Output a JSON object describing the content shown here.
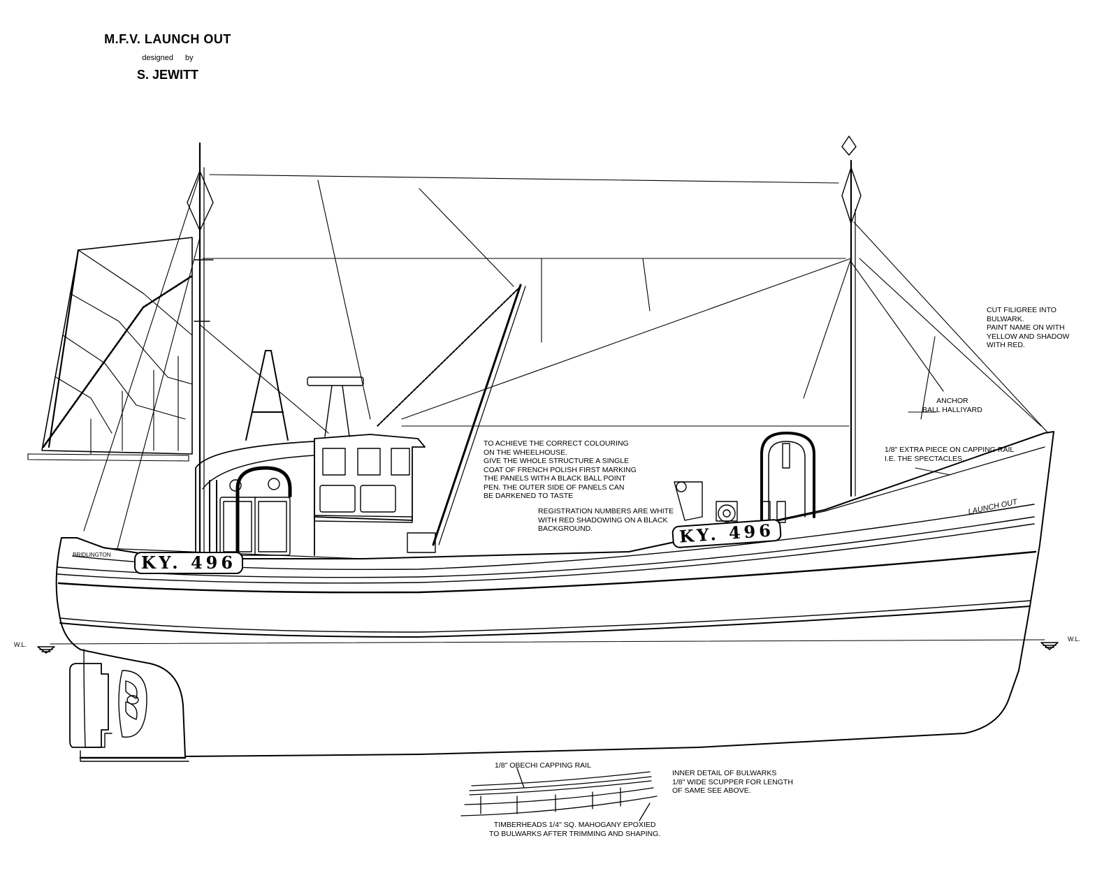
{
  "title": {
    "vessel": "M.F.V.  LAUNCH OUT",
    "designed_by": "designed   by",
    "designer": "S. JEWITT"
  },
  "notes": {
    "filigree": "CUT FILIGREE  INTO\nBULWARK.\nPAINT NAME ON WITH\nYELLOW AND SHADOW\nWITH RED.",
    "anchor_ball": "ANCHOR\nBALL HALLIYARD",
    "capping_piece": "1/8\" EXTRA PIECE ON CAPPING RAIL\nI.E. THE SPECTACLES.",
    "wheelhouse": "TO ACHIEVE THE CORRECT COLOURING\nON THE WHEELHOUSE.\nGIVE THE WHOLE STRUCTURE A SINGLE\nCOAT OF FRENCH POLISH FIRST MARKING\nTHE PANELS WITH A BLACK BALL POINT\nPEN.  THE OUTER SIDE OF PANELS CAN\nBE DARKENED TO TASTE",
    "registration": "REGISTRATION NUMBERS ARE WHITE\nWITH RED SHADOWING ON A BLACK\nBACKGROUND.",
    "capping_rail": "1/8\" OBECHI CAPPING RAIL",
    "inner_bulwark": "INNER DETAIL OF BULWARKS\n1/8\" WIDE SCUPPER FOR LENGTH\nOF SAME SEE ABOVE.",
    "timberheads": "TIMBERHEADS  1/4\" SQ. MAHOGANY EPOXIED\nTO BULWARKS  AFTER TRIMMING AND SHAPING."
  },
  "hull_labels": {
    "registration_aft": "KY. 496",
    "registration_fwd": "KY. 496",
    "port_of_registry": "BRIDLINGTON",
    "bow_name": "LAUNCH OUT",
    "waterline_left": "W.L.",
    "waterline_right": "W.L."
  }
}
